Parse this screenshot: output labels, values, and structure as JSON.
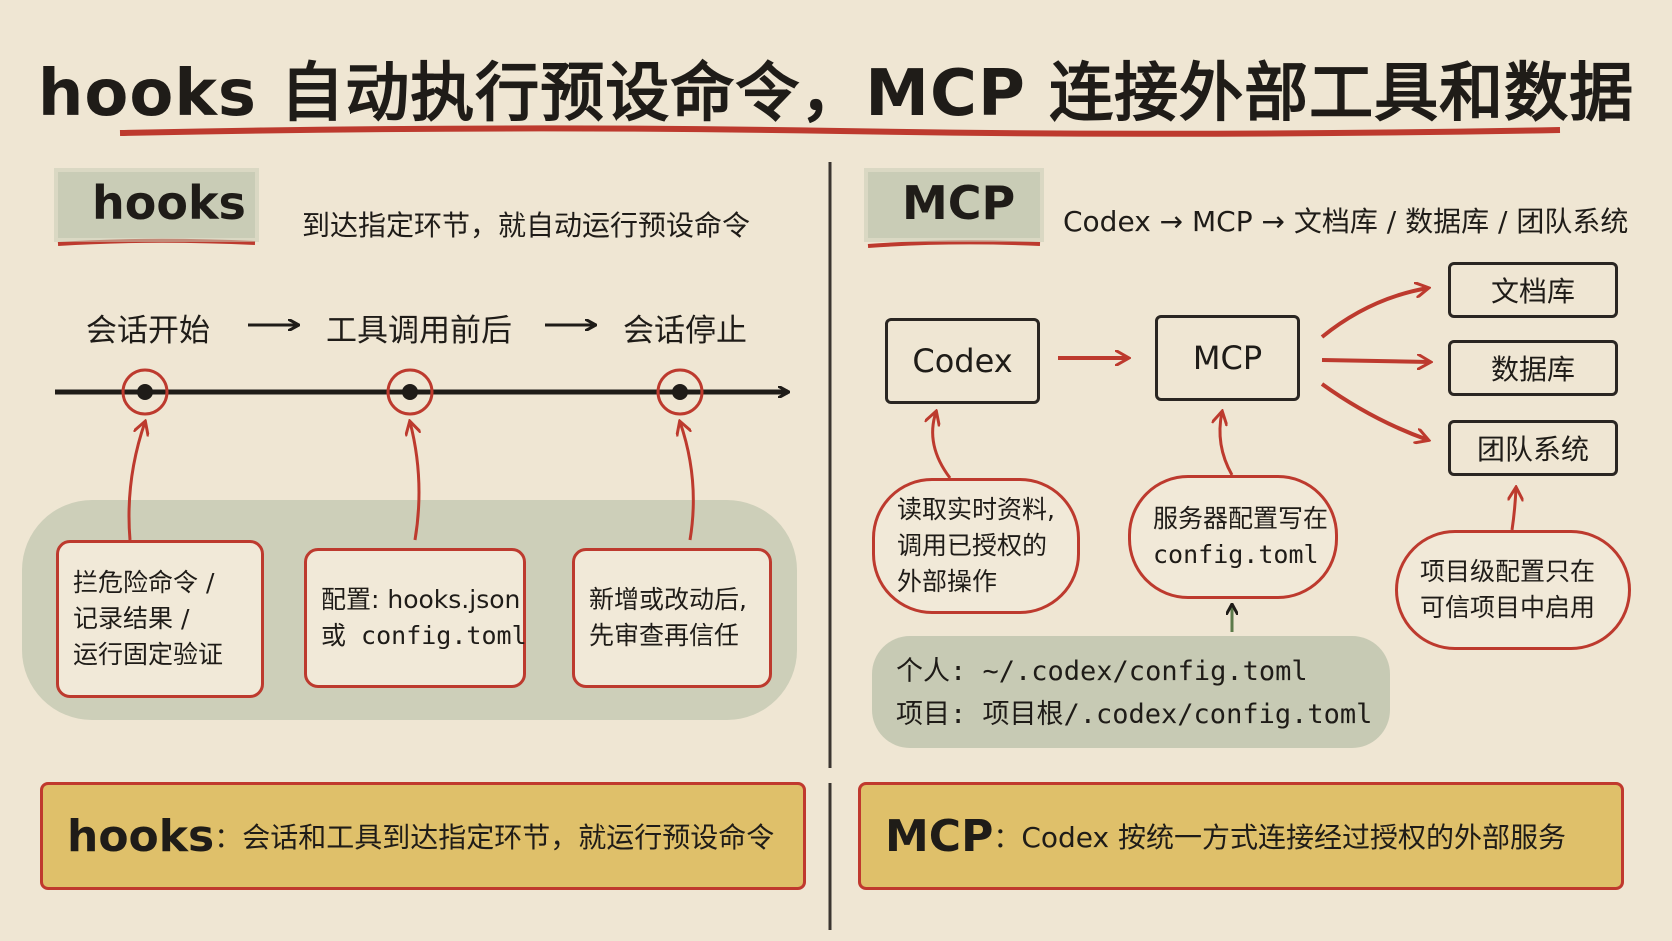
{
  "title": "hooks 自动执行预设命令，MCP 连接外部工具和数据",
  "hooks": {
    "label": "hooks",
    "subtitle": "到达指定环节，就自动运行预设命令",
    "stages": [
      "会话开始",
      "工具调用前后",
      "会话停止"
    ],
    "notes": [
      [
        "拦危险命令 /",
        "记录结果 /",
        "运行固定验证"
      ],
      [
        "配置: hooks.json",
        "或 config.toml"
      ],
      [
        "新增或改动后,",
        "先审查再信任"
      ]
    ],
    "summary": {
      "head": "hooks",
      "text": "：会话和工具到达指定环节，就运行预设命令"
    }
  },
  "mcp": {
    "label": "MCP",
    "flow": "Codex → MCP → 文档库 / 数据库 / 团队系统",
    "nodes": {
      "codex": "Codex",
      "mcp": "MCP"
    },
    "destinations": [
      "文档库",
      "数据库",
      "团队系统"
    ],
    "notes": {
      "codex": [
        "读取实时资料,",
        "调用已授权的",
        "外部操作"
      ],
      "mcp": [
        "服务器配置写在",
        "config.toml"
      ],
      "dest": [
        "项目级配置只在",
        "可信项目中启用"
      ]
    },
    "config": {
      "personal": "个人: ~/.codex/config.toml",
      "project": "项目: 项目根/.codex/config.toml"
    },
    "summary": {
      "head": "MCP",
      "text": "：Codex 按统一方式连接经过授权的外部服务"
    }
  },
  "colors": {
    "background": "#efe6d3",
    "accent_red": "#bd3a2e",
    "sage": "#c7cab4",
    "mustard": "#dfc06a",
    "ink": "#1f1c18"
  }
}
